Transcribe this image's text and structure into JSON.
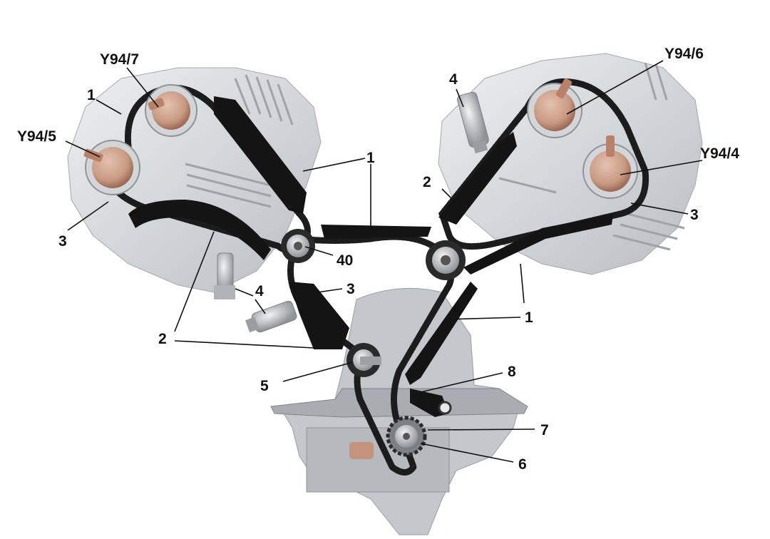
{
  "labels": {
    "y94_7": "Y94/7",
    "y94_5": "Y94/5",
    "y94_6": "Y94/6",
    "y94_4": "Y94/4",
    "n1": "1",
    "n2": "2",
    "n3": "3",
    "n4": "4",
    "n5": "5",
    "n6": "6",
    "n7": "7",
    "n8": "8",
    "n40": "40"
  },
  "colors": {
    "block_light": "#e6e8ea",
    "block_mid": "#c9ccd0",
    "block_dark": "#9fa3a8",
    "chain": "#1c1c1c",
    "guide_rail": "#141414",
    "adjuster_copper": "#c99a82",
    "adjuster_copper_dark": "#a87560",
    "sprocket_steel": "#b8bcc0"
  }
}
